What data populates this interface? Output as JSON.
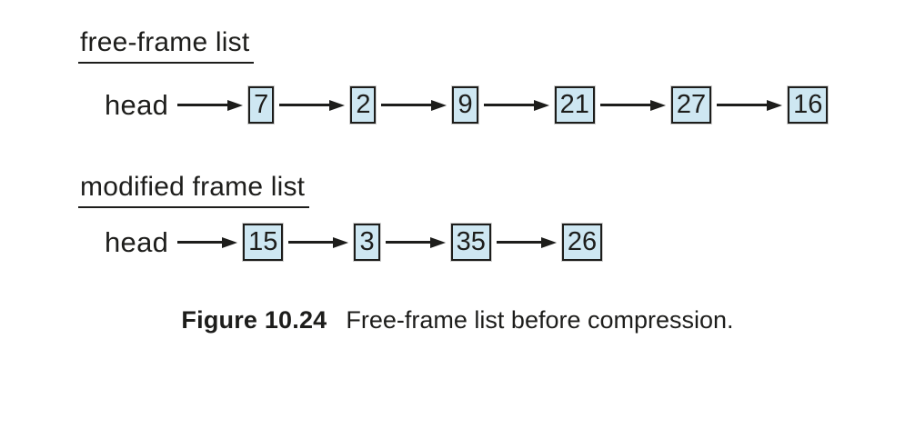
{
  "figure": {
    "lists": [
      {
        "title": "free-frame list",
        "head_label": "head",
        "nodes": [
          "7",
          "2",
          "9",
          "21",
          "27",
          "16"
        ]
      },
      {
        "title": "modified frame list",
        "head_label": "head",
        "nodes": [
          "15",
          "3",
          "35",
          "26"
        ]
      }
    ],
    "caption": {
      "label": "Figure 10.24",
      "text": "Free-frame list before compression."
    }
  },
  "colors": {
    "ink": "#1d1d1b",
    "box_fill": "#cee7f2"
  }
}
